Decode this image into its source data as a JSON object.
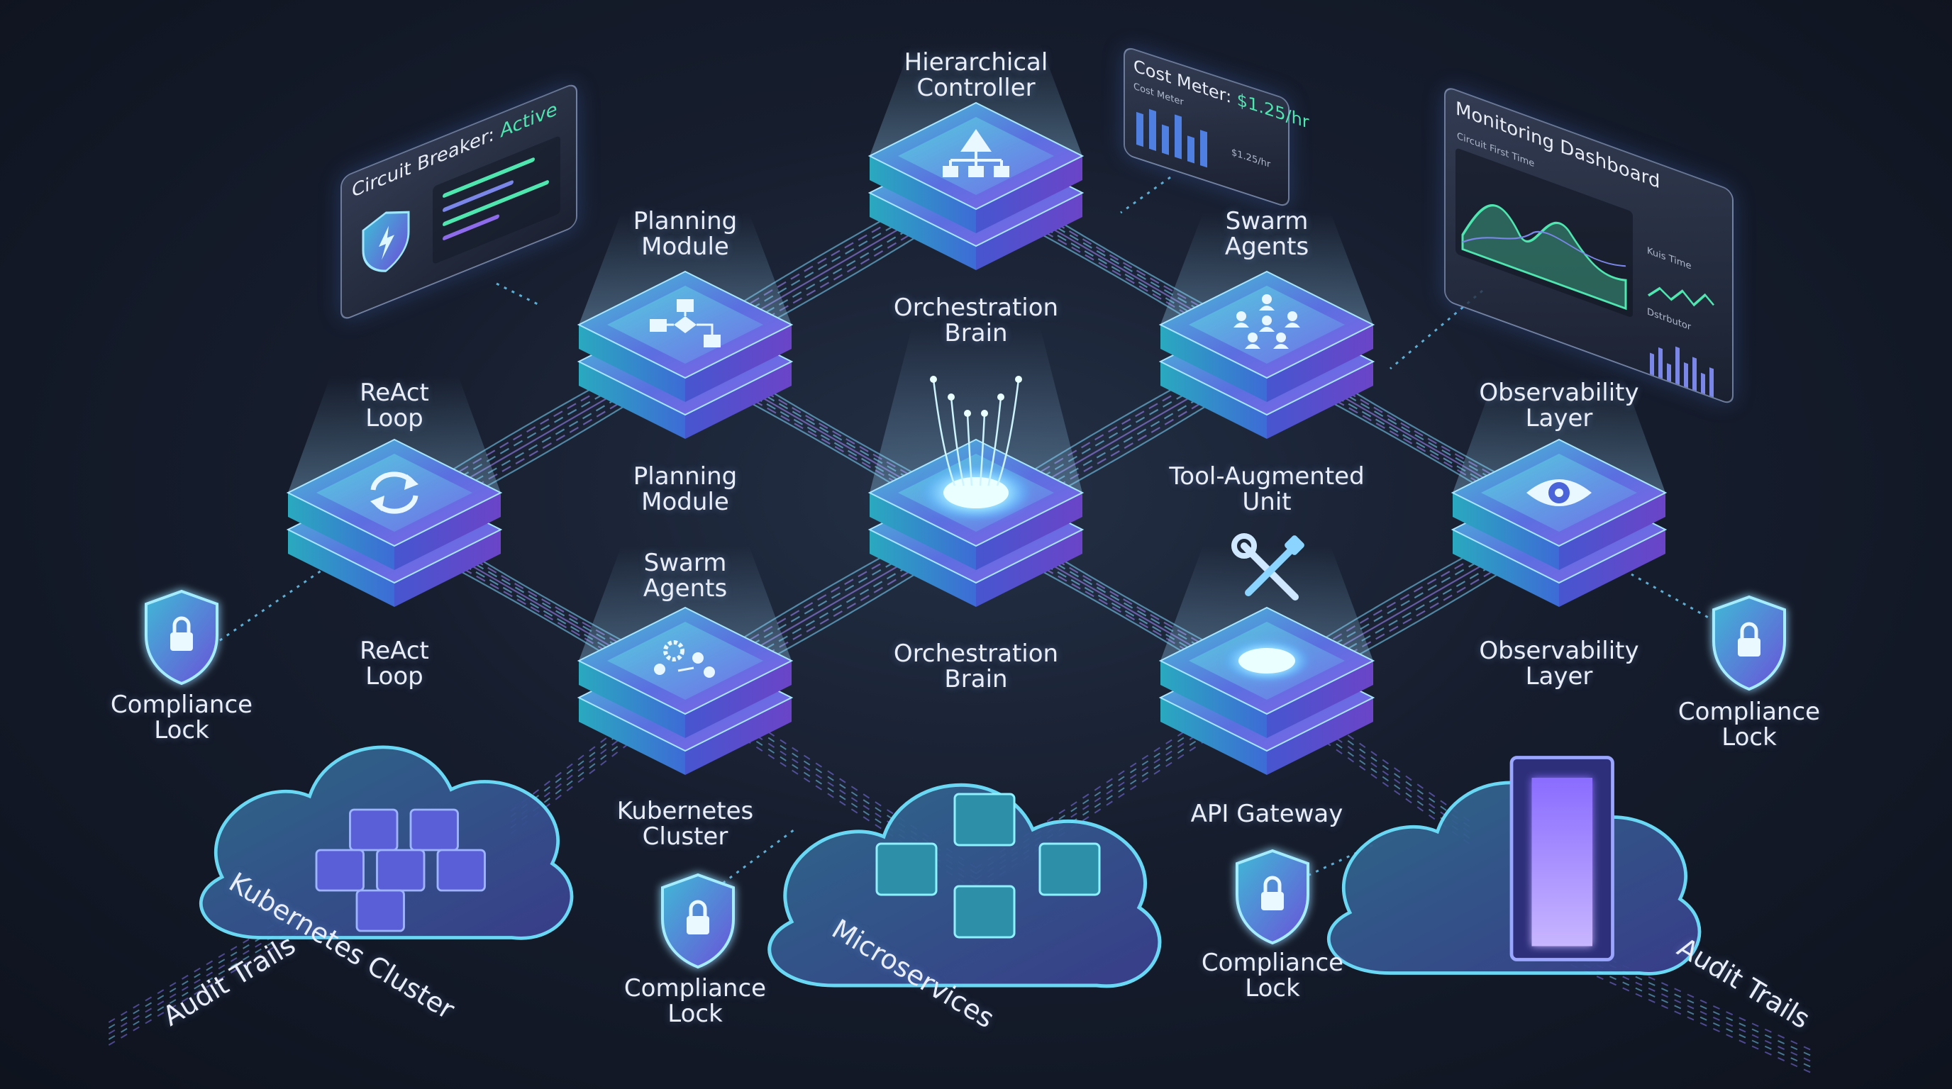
{
  "nodes": {
    "hierarchical_controller": "Hierarchical\nController",
    "planning_module_top": "Planning\nModule",
    "swarm_agents_top": "Swarm\nAgents",
    "orchestration_brain_top": "Orchestration\nBrain",
    "react_loop_top": "ReAct\nLoop",
    "observability_layer_top": "Observability\nLayer",
    "planning_module_mid": "Planning\nModule",
    "tool_augmented_unit": "Tool-Augmented\nUnit",
    "swarm_agents_mid": "Swarm\nAgents",
    "react_loop_mid": "ReAct\nLoop",
    "orchestration_brain_mid": "Orchestration\nBrain",
    "observability_layer_mid": "Observability\nLayer",
    "kubernetes_cluster_label": "Kubernetes\nCluster",
    "api_gateway": "API Gateway"
  },
  "locks": {
    "left": "Compliance\nLock",
    "bottom_mid": "Compliance\nLock",
    "bottom_right": "Compliance\nLock",
    "right": "Compliance\nLock"
  },
  "ground": {
    "kubernetes_cluster": "Kubernetes Cluster",
    "microservices": "Microservices",
    "audit_trails_left": "Audit Trails",
    "audit_trails_right": "Audit Trails"
  },
  "panels": {
    "circuit_breaker_prefix": "Circuit Breaker: ",
    "circuit_breaker_state": "Active",
    "cost_meter_prefix": "Cost Meter: ",
    "cost_meter_value": "$1.25/hr",
    "cost_meter_sub": "Cost Meter",
    "cost_meter_side": "$1.25/hr",
    "monitoring_title": "Monitoring Dashboard",
    "monitoring_chart_title": "Circuit First Time",
    "monitoring_side_1": "Kuis Time",
    "monitoring_side_2": "Dstrbutor"
  },
  "colors": {
    "background": "#161d2d",
    "node_top": "#5b6fe0",
    "node_teal": "#2fb8c8",
    "node_purple": "#7b5ce6",
    "accent_green": "#4fe6b0",
    "stream": "#7fd8ff"
  }
}
